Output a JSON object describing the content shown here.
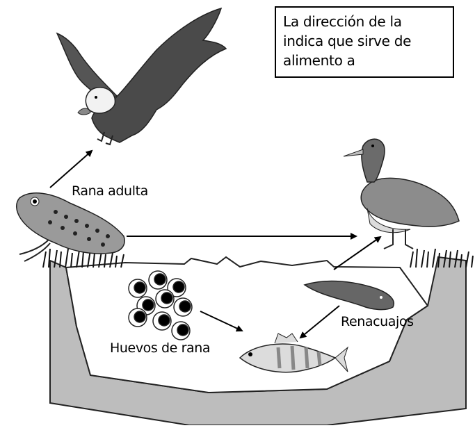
{
  "legend": {
    "line1": "La dirección de la",
    "line2": "indica que sirve de",
    "line3": "alimento a"
  },
  "labels": {
    "adult_frog": "Rana adulta",
    "frog_eggs": "Huevos de rana",
    "tadpoles": "Renacuajos"
  }
}
